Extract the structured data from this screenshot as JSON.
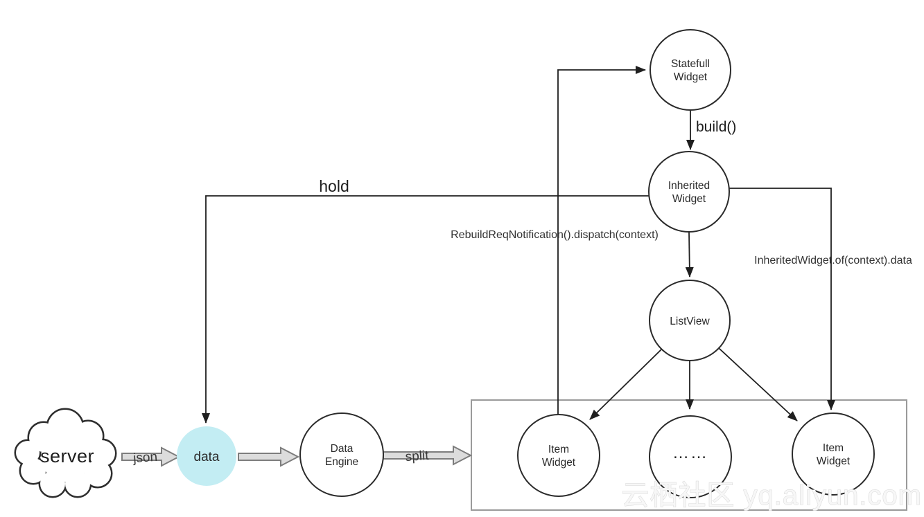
{
  "diagram": {
    "nodes": {
      "server": {
        "label": "server"
      },
      "data": {
        "label": "data"
      },
      "data_engine": {
        "line1": "Data",
        "line2": "Engine"
      },
      "statefull_widget": {
        "line1": "Statefull",
        "line2": "Widget"
      },
      "inherited_widget": {
        "line1": "Inherited",
        "line2": "Widget"
      },
      "listview": {
        "label": "ListView"
      },
      "item_widget_left": {
        "line1": "Item",
        "line2": "Widget"
      },
      "item_widget_middle": {
        "label": "……"
      },
      "item_widget_right": {
        "line1": "Item",
        "line2": "Widget"
      }
    },
    "edge_labels": {
      "json": "json",
      "split": "split",
      "build": "build()",
      "hold": "hold",
      "rebuild": "RebuildReqNotification().dispatch(context)",
      "inherited_of": "InheritedWidget.of(context).data"
    },
    "colors": {
      "data_node_fill": "#c3edf3",
      "data_node_text": "#8fa6aa",
      "line": "#1f1f1f",
      "box_border": "#9a9a9a",
      "block_arrow_fill": "#dcdcdc",
      "block_arrow_stroke": "#7d7d7d"
    },
    "watermark": "云栖社区 yq.aliyun.com"
  }
}
